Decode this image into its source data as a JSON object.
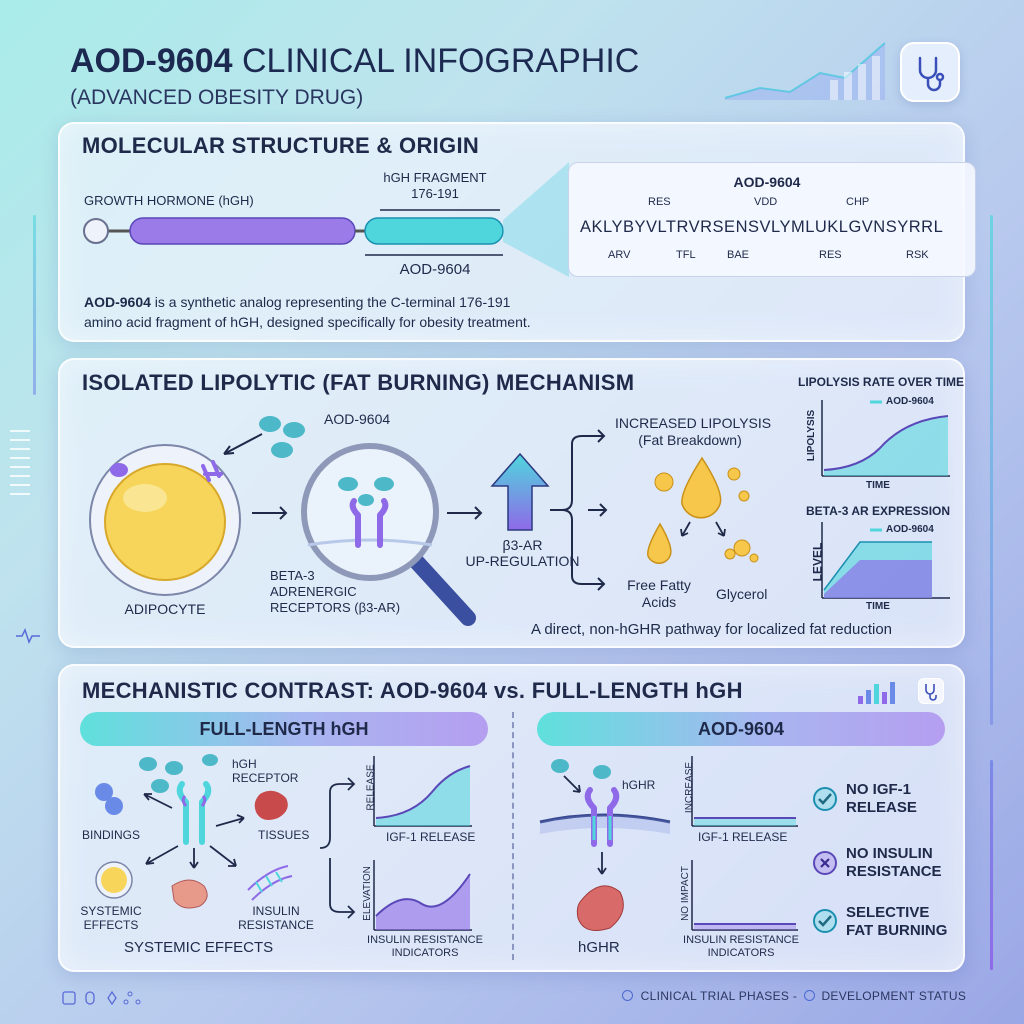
{
  "header": {
    "title_bold": "AOD-9604",
    "title_rest": "CLINICAL INFOGRAPHIC",
    "subtitle": "(ADVANCED OBESITY DRUG)",
    "icon": "stethoscope-icon"
  },
  "colors": {
    "cyan": "#4fd6dd",
    "purple": "#8f6ae8",
    "dark": "#1f2a4a",
    "fat": "#f6d55a"
  },
  "section1": {
    "title": "MOLECULAR STRUCTURE & ORIGIN",
    "growth_label": "GROWTH HORMONE (hGH)",
    "fragment_label": "hGH FRAGMENT",
    "fragment_range": "176-191",
    "fragment_name": "AOD-9604",
    "seq_title": "AOD-9604",
    "sequence": "AKLYBYVLTRVRSENSVLYMLUKLGVNSYRRL",
    "top_labels": [
      "RES",
      "VDD",
      "CHP"
    ],
    "bottom_labels": [
      "ARV",
      "TFL",
      "BAE",
      "RES",
      "RSK"
    ],
    "desc_bold": "AOD-9604",
    "desc_line1": " is a synthetic analog representing the C-terminal 176-191",
    "desc_line2": "amino acid fragment of hGH, designed specifically for obesity treatment."
  },
  "section2": {
    "title": "ISOLATED LIPOLYTIC (FAT BURNING) MECHANISM",
    "adipocyte": "ADIPOCYTE",
    "drug": "AOD-9604",
    "receptor_lines": [
      "BETA-3",
      "ADRENERGIC",
      "RECEPTORS (β3-AR)"
    ],
    "upreg_lines": [
      "β3-AR",
      "UP-REGULATION"
    ],
    "lipolysis_title": "INCREASED LIPOLYSIS",
    "lipolysis_sub": "(Fat Breakdown)",
    "ffa_lines": [
      "Free Fatty",
      "Acids"
    ],
    "glycerol": "Glycerol",
    "footnote": "A direct, non-hGHR pathway for localized fat reduction",
    "chart1": {
      "title": "LIPOLYSIS RATE OVER TIME",
      "ylabel": "LIPOLYSIS",
      "xlabel": "TIME",
      "legend": "AOD-9604"
    },
    "chart2": {
      "title": "BETA-3 AR EXPRESSION",
      "ylabel": "LEVEL",
      "xlabel": "TIME",
      "legend": "AOD-9604"
    }
  },
  "section3": {
    "title": "MECHANISTIC CONTRAST: AOD-9604 vs. FULL-LENGTH hGH",
    "left": {
      "pill": "FULL-LENGTH hGH",
      "receptor_lines": [
        "hGH",
        "RECEPTOR"
      ],
      "binding": "BINDINGS",
      "tissues": "TISSUES",
      "systemic_lines": [
        "SYSTEMIC",
        "EFFECTS"
      ],
      "insulin_lines": [
        "INSULIN",
        "RESISTANCE"
      ],
      "bottom": "SYSTEMIC EFFECTS",
      "chart1": {
        "ylabel": "RELEASE",
        "xlabel": "IGF-1 RELEASE"
      },
      "chart2": {
        "ylabel": "ELEVATION",
        "xlabel_lines": [
          "INSULIN RESISTANCE",
          "INDICATORS"
        ]
      }
    },
    "right": {
      "pill": "AOD-9604",
      "receptor": "hGHR",
      "bottom": "hGHR",
      "chart1": {
        "ylabel": "INCREASE",
        "xlabel": "IGF-1 RELEASE"
      },
      "chart2": {
        "ylabel": "NO IMPACT",
        "xlabel_lines": [
          "INSULIN RESISTANCE",
          "INDICATORS"
        ]
      },
      "checks": [
        {
          "lines": [
            "NO IGF-1",
            "RELEASE"
          ],
          "icon": "check-circle-icon"
        },
        {
          "lines": [
            "NO INSULIN",
            "RESISTANCE"
          ],
          "icon": "x-circle-icon"
        },
        {
          "lines": [
            "SELECTIVE",
            "FAT BURNING"
          ],
          "icon": "check-circle-icon"
        }
      ]
    }
  },
  "footer": {
    "phases": "CLINICAL TRIAL PHASES",
    "separator": "-",
    "status": "DEVELOPMENT STATUS"
  }
}
